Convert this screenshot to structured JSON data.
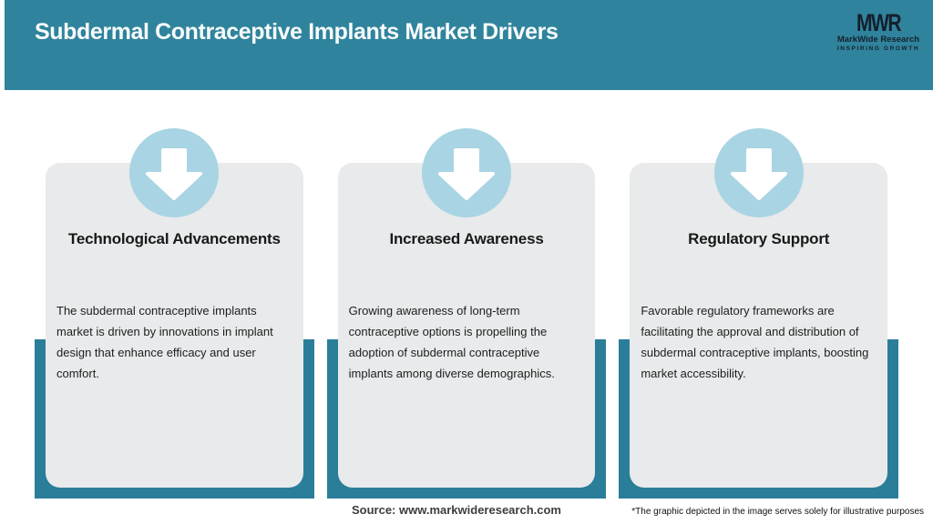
{
  "header": {
    "title": "Subdermal Contraceptive Implants Market Drivers",
    "logo": {
      "monogram": "MWR",
      "name": "MarkWide Research",
      "tagline": "INSPIRING GROWTH"
    }
  },
  "cards": [
    {
      "title": "Technological Advancements",
      "description": "The subdermal contraceptive implants market is driven by innovations in implant design that enhance efficacy and user comfort."
    },
    {
      "title": "Increased Awareness",
      "description": "Growing awareness of long-term contraceptive options is propelling the adoption of subdermal contraceptive implants among diverse demographics."
    },
    {
      "title": "Regulatory Support",
      "description": "Favorable regulatory frameworks are facilitating the approval and distribution of subdermal contraceptive implants, boosting market accessibility."
    }
  ],
  "footer": {
    "source": "Source: www.markwideresearch.com",
    "disclaimer": "*The graphic depicted in the image serves solely for illustrative purposes"
  },
  "colors": {
    "header_teal": "#30839C",
    "tray_teal": "#2B7E99",
    "circle_blue": "#A9D4E3",
    "card_bg": "#E8EAEB",
    "logo_dark": "#14202C"
  }
}
